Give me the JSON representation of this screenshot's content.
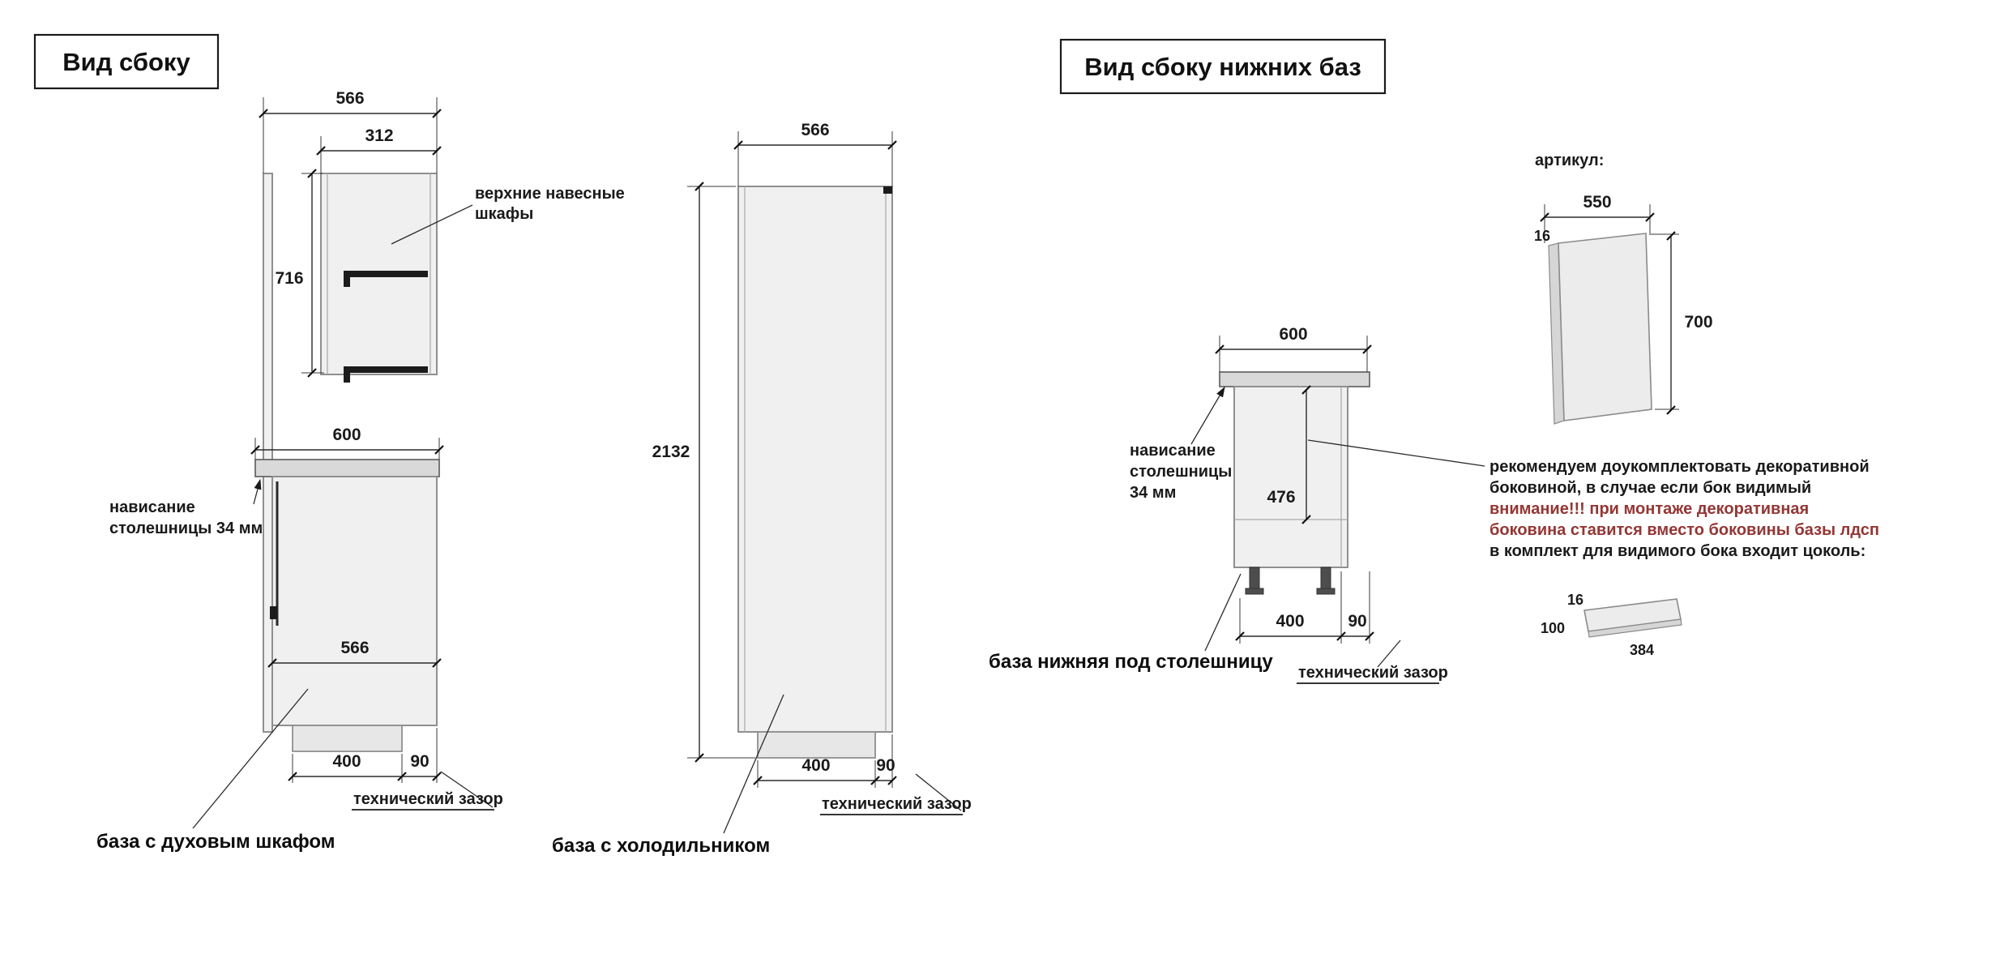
{
  "titles": {
    "left": "Вид сбоку",
    "right": "Вид сбоку нижних баз"
  },
  "oven_unit": {
    "name": "база с духовым шкафом",
    "dim_depth_total": "566",
    "dim_wall_depth": "312",
    "dim_wall_height": "716",
    "dim_counter_depth": "600",
    "dim_base_depth": "566",
    "dim_plinth": "400",
    "dim_gap": "90",
    "wall_label_1": "верхние навесные",
    "wall_label_2": "шкафы",
    "overhang_1": "нависание",
    "overhang_2": "столешницы 34 мм",
    "tech_gap": "технический зазор"
  },
  "fridge_unit": {
    "name": "база с холодильником",
    "dim_depth": "566",
    "dim_height": "2132",
    "dim_plinth": "400",
    "dim_gap": "90",
    "tech_gap": "технический зазор"
  },
  "lower_base": {
    "name": "база нижняя под столешницу",
    "dim_depth": "600",
    "dim_inner_height": "476",
    "dim_plinth": "400",
    "dim_gap": "90",
    "overhang_1": "нависание",
    "overhang_2": "столешницы",
    "overhang_3": "34 мм",
    "tech_gap": "технический зазор"
  },
  "decor_panel": {
    "article_label": "артикул:",
    "dim_width": "550",
    "dim_thickness": "16",
    "dim_height": "700",
    "note_1": "рекомендуем доукомплектовать декоративной",
    "note_2": "боковиной, в случае если бок видимый",
    "note_3": "внимание!!! при монтаже декоративная",
    "note_4": "боковина ставится вместо боковины базы лдсп",
    "note_5": "в комплект для видимого бока входит цоколь:",
    "plinth_thickness": "16",
    "plinth_height": "100",
    "plinth_length": "384"
  },
  "colors": {
    "ink": "#1a1a1a",
    "warning_red": "#943634",
    "cabinet_fill": "#f0f0f0",
    "counter_fill": "#d9d9d9"
  }
}
